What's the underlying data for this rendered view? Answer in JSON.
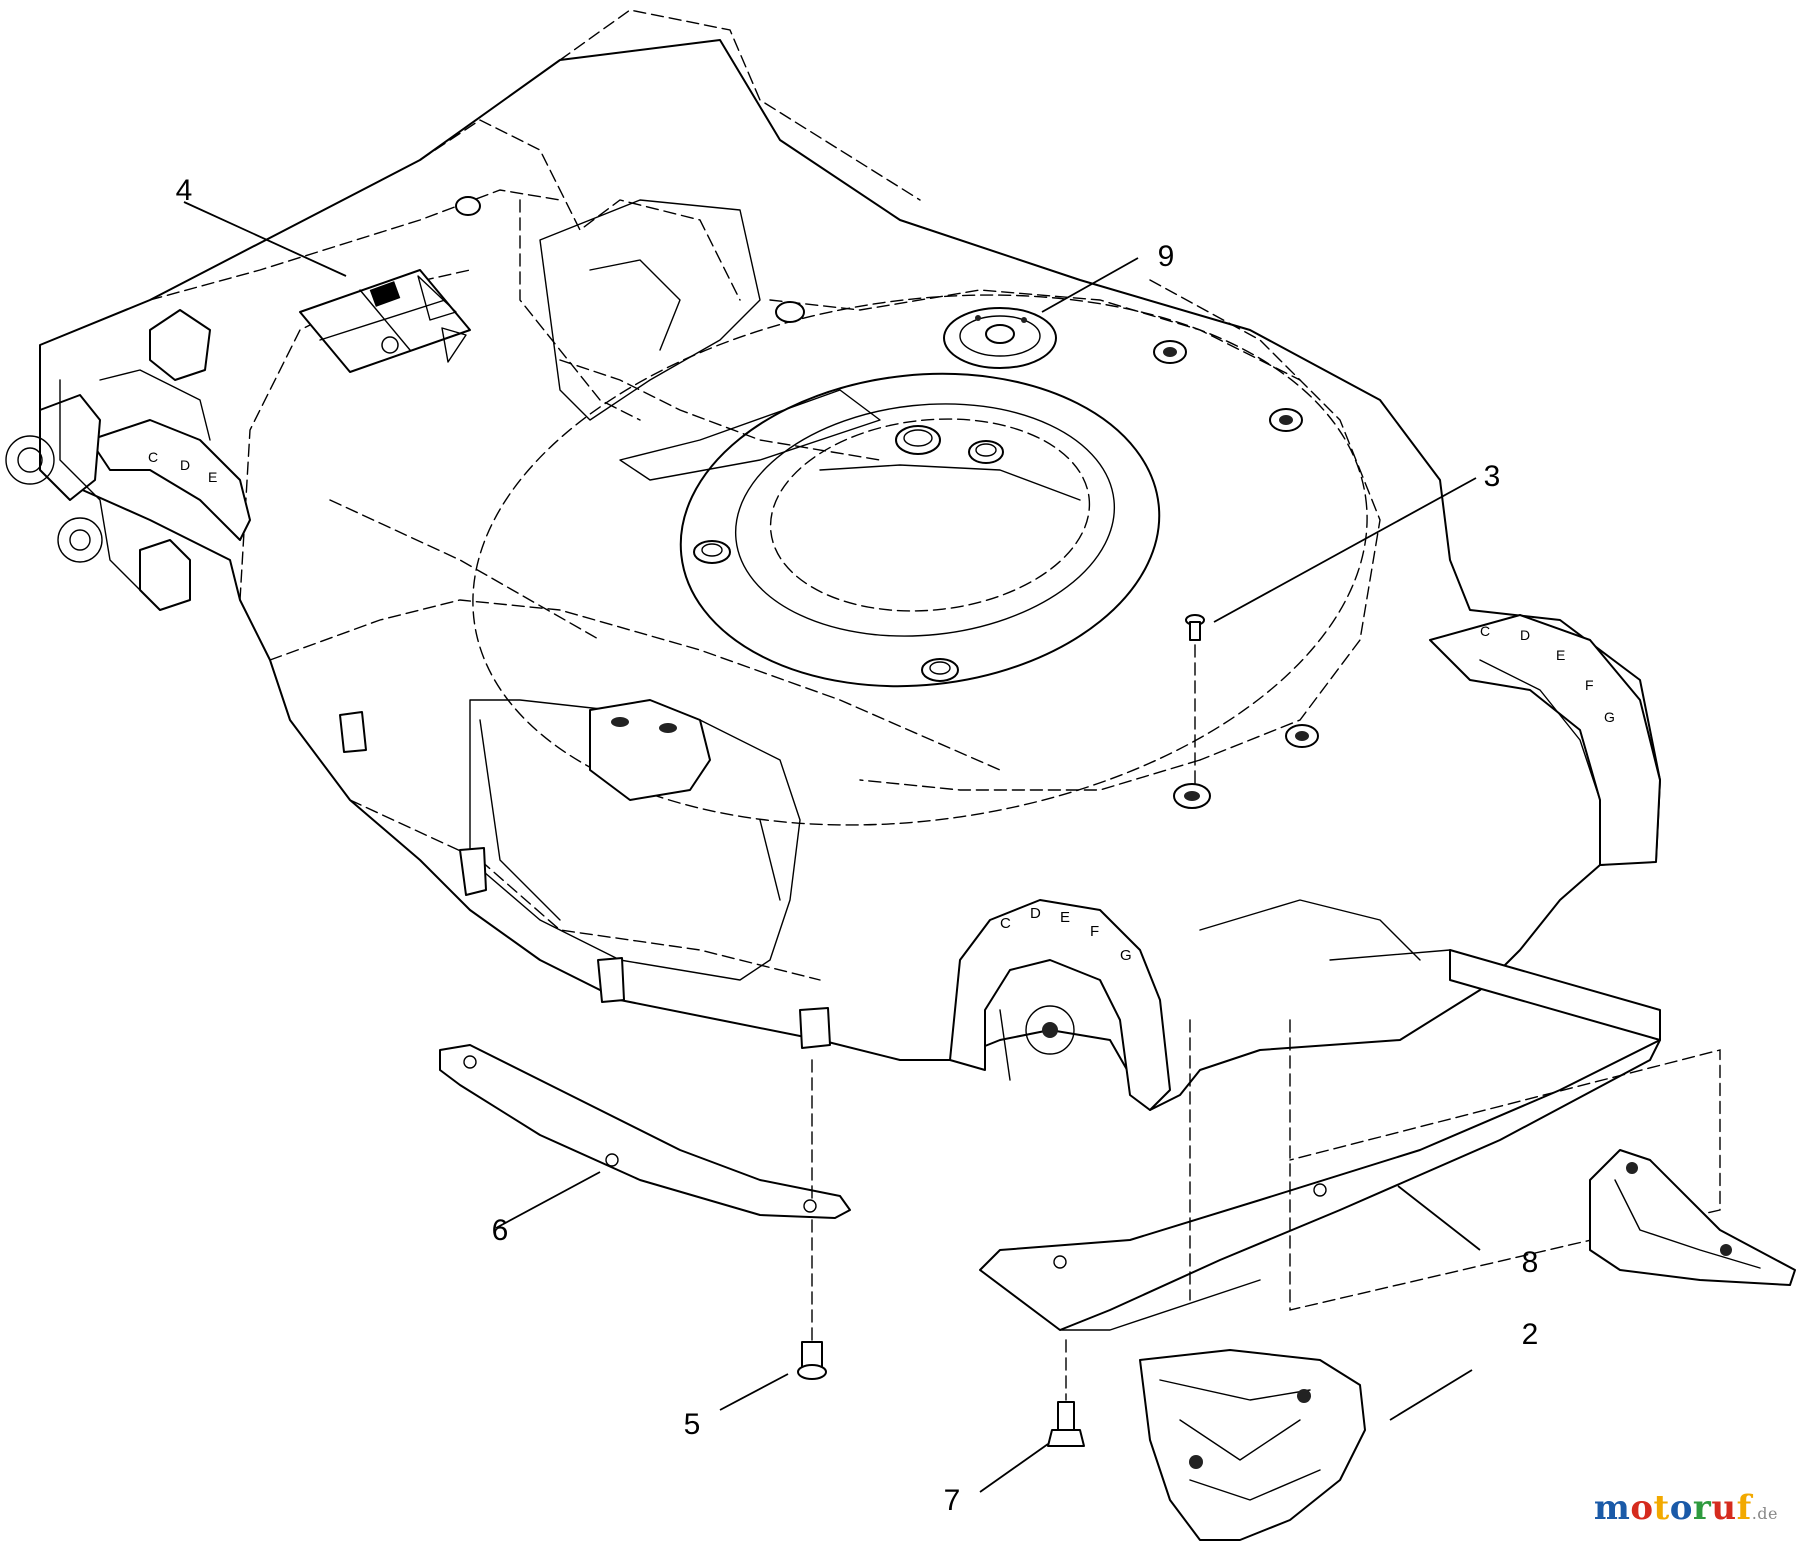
{
  "callouts": [
    {
      "number": "2"
    },
    {
      "number": "3"
    },
    {
      "number": "4"
    },
    {
      "number": "5"
    },
    {
      "number": "6"
    },
    {
      "number": "7"
    },
    {
      "number": "8"
    },
    {
      "number": "9"
    }
  ],
  "watermark": {
    "chars": [
      "m",
      "o",
      "t",
      "o",
      "r",
      "u",
      "f"
    ],
    "colors": [
      "#1a5aa8",
      "#d52b1e",
      "#f2a900",
      "#1a5aa8",
      "#2e9a3e",
      "#d52b1e",
      "#f2a900"
    ],
    "suffix": ".de"
  }
}
